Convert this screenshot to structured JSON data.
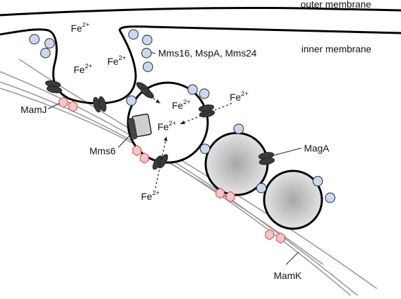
{
  "membranes": {
    "outer": "outer membrane",
    "inner": "inner membrane"
  },
  "ions": {
    "base": "Fe",
    "charge": "2+"
  },
  "proteins": {
    "mamj": "MamJ",
    "mms6": "Mms6",
    "mms_group": "Mms16, MspA, Mms24",
    "maga": "MagA",
    "mamk": "MamK"
  },
  "colors": {
    "membrane": "#000000",
    "blue_protein": "#c9d8f2",
    "dark_protein": "#3a3a3a",
    "pink_protein": "#f5c6c6",
    "filament": "#9a9a9a",
    "magnetite": "#b0b0b0"
  }
}
